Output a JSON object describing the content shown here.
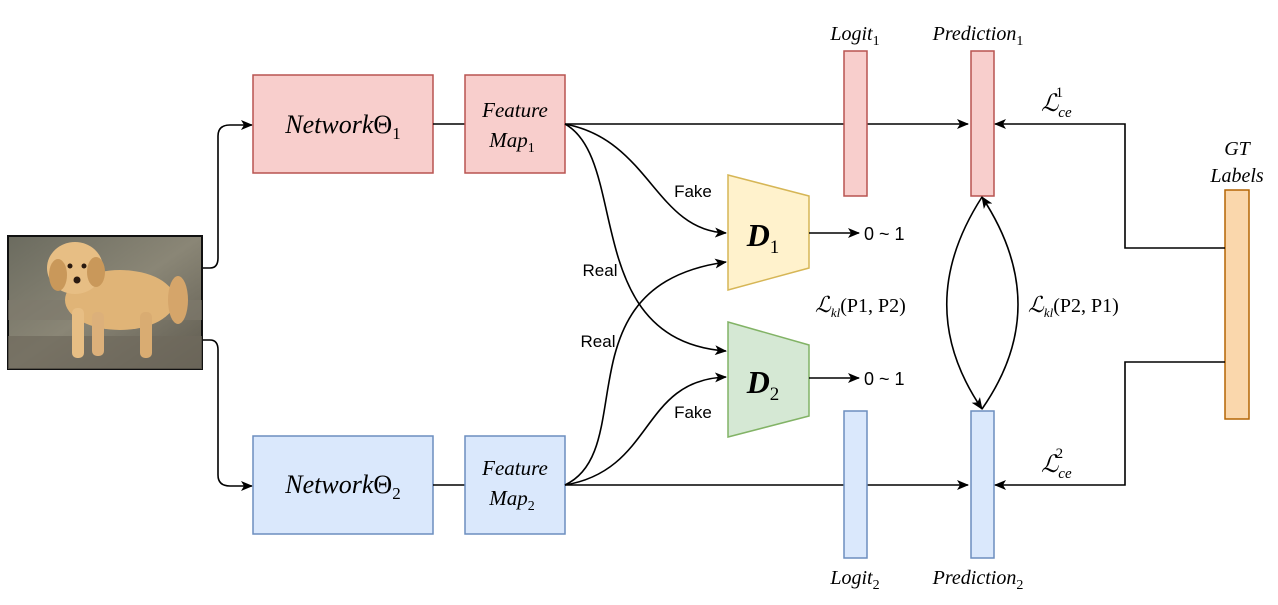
{
  "network1": {
    "name": "Network",
    "param": "Θ",
    "sub": "1"
  },
  "network2": {
    "name": "Network",
    "param": "Θ",
    "sub": "2"
  },
  "featuremap1": {
    "line1": "Feature",
    "line2": "Map",
    "sub": "1"
  },
  "featuremap2": {
    "line1": "Feature",
    "line2": "Map",
    "sub": "2"
  },
  "logit1": {
    "label": "Logit",
    "sub": "1"
  },
  "logit2": {
    "label": "Logit",
    "sub": "2"
  },
  "prediction1": {
    "label": "Prediction",
    "sub": "1"
  },
  "prediction2": {
    "label": "Prediction",
    "sub": "2"
  },
  "gt": {
    "line1": "GT",
    "line2": "Labels"
  },
  "d1": {
    "label": "D",
    "sub": "1",
    "output": "0 ~ 1"
  },
  "d2": {
    "label": "D",
    "sub": "2",
    "output": "0 ~ 1"
  },
  "edges": {
    "fake": "Fake",
    "real": "Real"
  },
  "loss": {
    "ce1": {
      "main": "ℒ",
      "sub": "ce",
      "sup": "1"
    },
    "ce2": {
      "main": "ℒ",
      "sub": "ce",
      "sup": "2"
    },
    "kl12": {
      "main": "ℒ",
      "sub": "kl",
      "args": "(P1, P2)"
    },
    "kl21": {
      "main": "ℒ",
      "sub": "kl",
      "args": "(P2, P1)"
    }
  },
  "colors": {
    "net1_fill": "#f8cecc",
    "net1_stroke": "#b85450",
    "net2_fill": "#dae8fc",
    "net2_stroke": "#6c8ebf",
    "gt_fill": "#fad7ac",
    "gt_stroke": "#b46504",
    "d1_fill": "#fff2cc",
    "d1_stroke": "#d6b656",
    "d2_fill": "#d5e8d4",
    "d2_stroke": "#82b366"
  }
}
